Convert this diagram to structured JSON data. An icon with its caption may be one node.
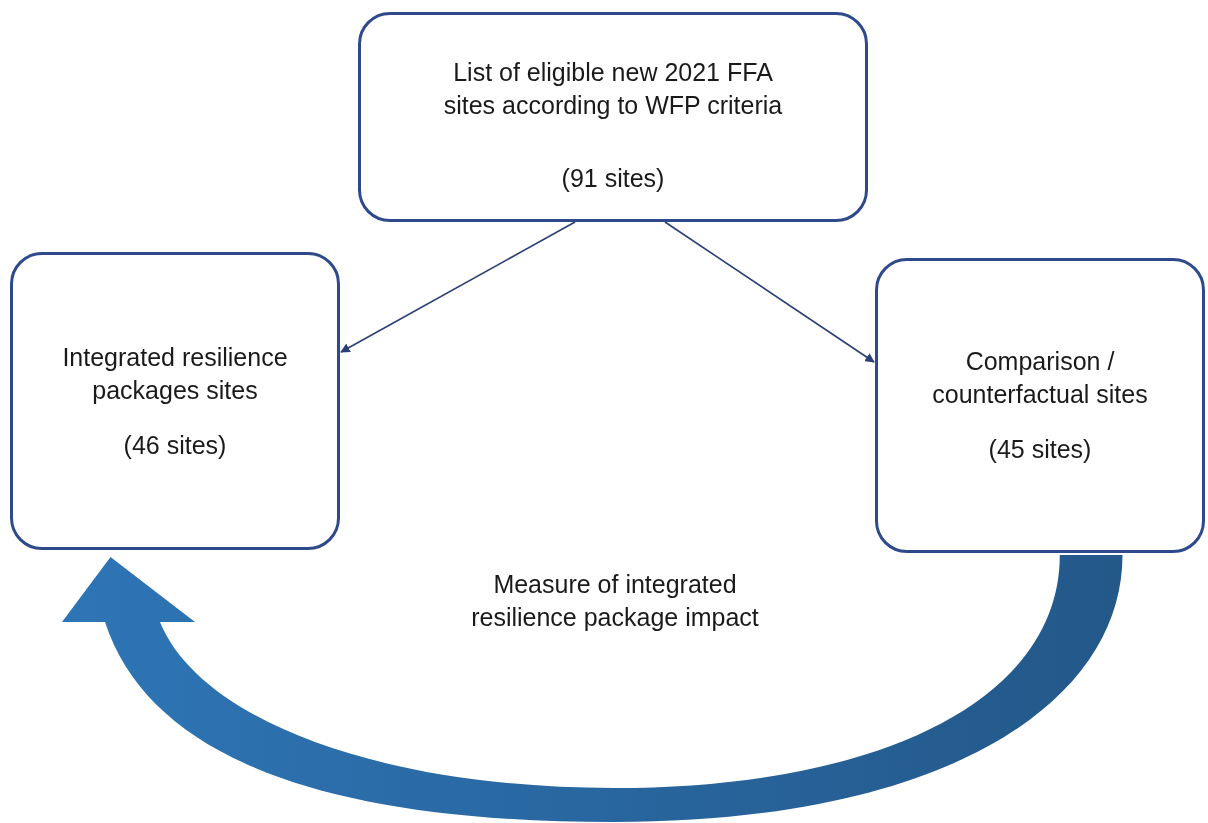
{
  "diagram": {
    "nodes": [
      {
        "text": [
          "List of eligible new 2021 FFA sites according to WFP criteria",
          "(91 sites)"
        ]
      },
      {
        "text": [
          "Integrated resilience packages sites",
          "(46 sites)"
        ]
      },
      {
        "text": [
          "Comparison / counterfactual sites",
          "(45 sites)"
        ]
      }
    ],
    "edges": [
      {
        "from": 0,
        "to": 1,
        "arrow": "to"
      },
      {
        "from": 0,
        "to": 2,
        "arrow": "to"
      },
      {
        "from": 2,
        "to": 1,
        "arrow": "to",
        "label": "Measure of integrated resilience package impact",
        "style": "thick",
        "color": "#2e75b6"
      }
    ]
  }
}
